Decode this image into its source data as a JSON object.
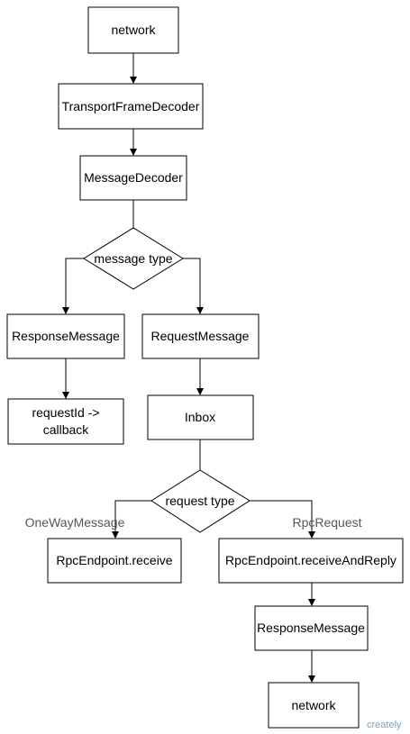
{
  "nodes": {
    "network_top": "network",
    "transport_frame_decoder": "TransportFrameDecoder",
    "message_decoder": "MessageDecoder",
    "message_type": "message type",
    "response_message_left": "ResponseMessage",
    "request_message": "RequestMessage",
    "request_id_line1": "requestId ->",
    "request_id_line2": "callback",
    "inbox": "Inbox",
    "request_type": "request type",
    "rpc_receive": "RpcEndpoint.receive",
    "rpc_receive_and_reply": "RpcEndpoint.receiveAndReply",
    "response_message_bottom": "ResponseMessage",
    "network_bottom": "network"
  },
  "edge_labels": {
    "one_way": "OneWayMessage",
    "rpc_request": "RpcRequest"
  },
  "watermark": "creately"
}
